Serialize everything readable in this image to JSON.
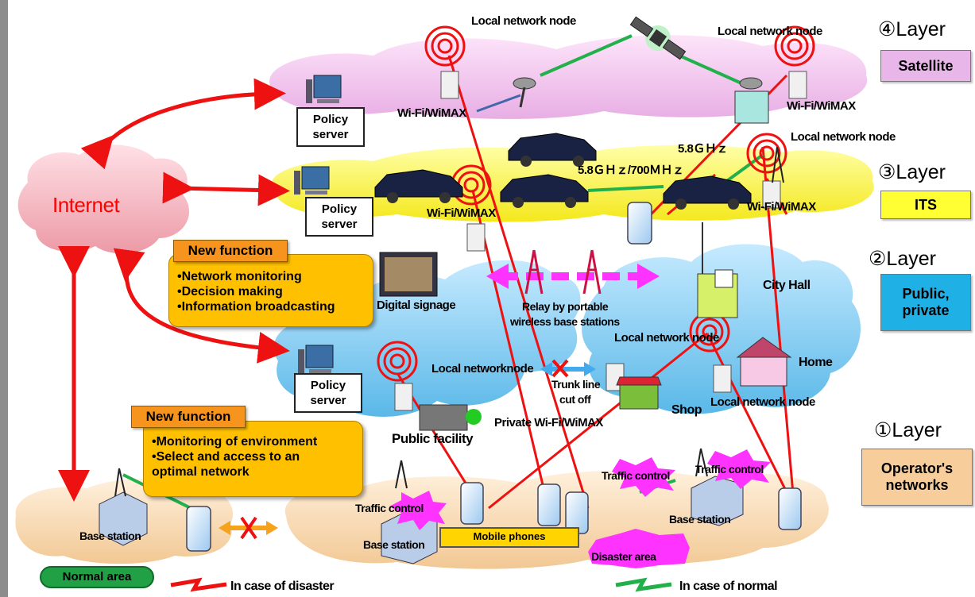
{
  "layers": [
    {
      "title": "④Layer",
      "box": "Satellite",
      "color": "#e9b6e9"
    },
    {
      "title": "③Layer",
      "box": "ITS",
      "color": "#ffff33"
    },
    {
      "title": "②Layer",
      "box": [
        "Public,",
        "private"
      ],
      "color": "#1fb1e6"
    },
    {
      "title": "①Layer",
      "box": [
        "Operator's",
        "networks"
      ],
      "color": "#f7ce9b"
    }
  ],
  "internet": {
    "label": "Internet",
    "color": "#ff0000"
  },
  "policy_server": {
    "label_1": "Policy",
    "label_2": "server"
  },
  "new_function_top": {
    "header": "New function",
    "items": [
      "•Network monitoring",
      "•Decision making",
      "•Information broadcasting"
    ]
  },
  "new_function_bottom": {
    "header": "New function",
    "items": [
      "•Monitoring of environment",
      "•Select and access to an",
      "optimal network"
    ]
  },
  "labels": {
    "local_network_node": "Local network node",
    "local_network_node_3": "Local networknode",
    "local_network_node_sat": "Local network node",
    "wifi_wimax": "Wi-Fi/WiMAX",
    "freq_58": "5.8ＧＨｚ",
    "freq_58_700": "5.8ＧＨｚ/700ＭＨｚ",
    "digital_signage": "Digital signage",
    "relay_1": "Relay by portable",
    "relay_2": "wireless base stations",
    "city_hall": "City Hall",
    "home": "Home",
    "trunk_1": "Trunk line",
    "trunk_2": "cut off",
    "shop": "Shop",
    "public_facility": "Public facility",
    "private_wifi": "Private Wi-Fi/WiMAX",
    "traffic_control": "Traffic control",
    "base_station": "Base station",
    "mobile_phones": "Mobile phones",
    "disaster_area": "Disaster area",
    "normal_area": "Normal area",
    "in_case_disaster": "In case of disaster",
    "in_case_normal": "In case of normal"
  },
  "colors": {
    "disaster_link": "#ff0000",
    "normal_link": "#22b04b",
    "satellite_cloud": "#f0c6ee",
    "its_cloud": "#ffff44",
    "public_cloud": "#7cc8ee",
    "operator_cloud": "#f8d9b0",
    "internet_cloud": "#f6c2c8",
    "relay_arrow": "#ff33ff"
  }
}
